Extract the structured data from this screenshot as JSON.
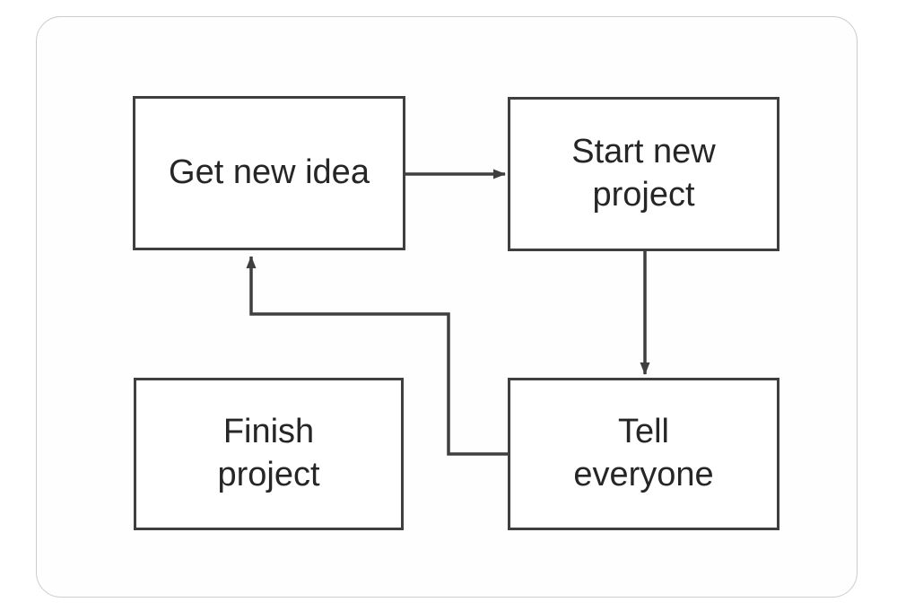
{
  "diagram": {
    "type": "flowchart",
    "nodes": [
      {
        "id": "get-new-idea",
        "label": "Get new idea"
      },
      {
        "id": "start-new-project",
        "label": "Start new\nproject"
      },
      {
        "id": "finish-project",
        "label": "Finish\nproject"
      },
      {
        "id": "tell-everyone",
        "label": "Tell\neveryone"
      }
    ],
    "edges": [
      {
        "from": "get-new-idea",
        "to": "start-new-project",
        "shape": "straight-right-arrow"
      },
      {
        "from": "start-new-project",
        "to": "tell-everyone",
        "shape": "straight-down-arrow"
      },
      {
        "from": "tell-everyone",
        "to": "get-new-idea",
        "shape": "left-up-elbow-arrow"
      }
    ],
    "colors": {
      "node_border": "#3f3f3f",
      "connector": "#3f3f3f",
      "text": "#262626",
      "card_border": "#cccccc",
      "card_background": "#fefefe",
      "page_background": "#ffffff"
    }
  }
}
